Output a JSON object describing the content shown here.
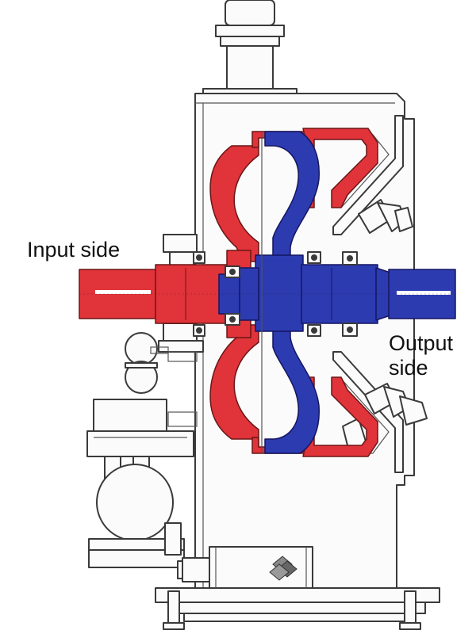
{
  "labels": {
    "input": "Input side",
    "output_line1": "Output",
    "output_line2": "side"
  },
  "colors": {
    "input_side": "#e0333a",
    "output_side": "#2c3bb0",
    "housing_outline": "#3a3a3a",
    "background": "#ffffff"
  }
}
